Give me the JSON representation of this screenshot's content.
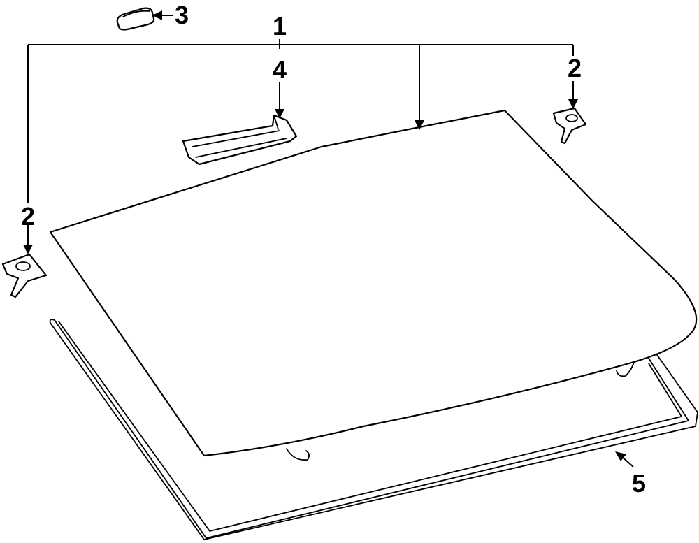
{
  "callouts": {
    "c1": "1",
    "c2_left": "2",
    "c2_right": "2",
    "c3": "3",
    "c4": "4",
    "c5": "5"
  },
  "colors": {
    "line": "#000000",
    "background": "#ffffff"
  }
}
